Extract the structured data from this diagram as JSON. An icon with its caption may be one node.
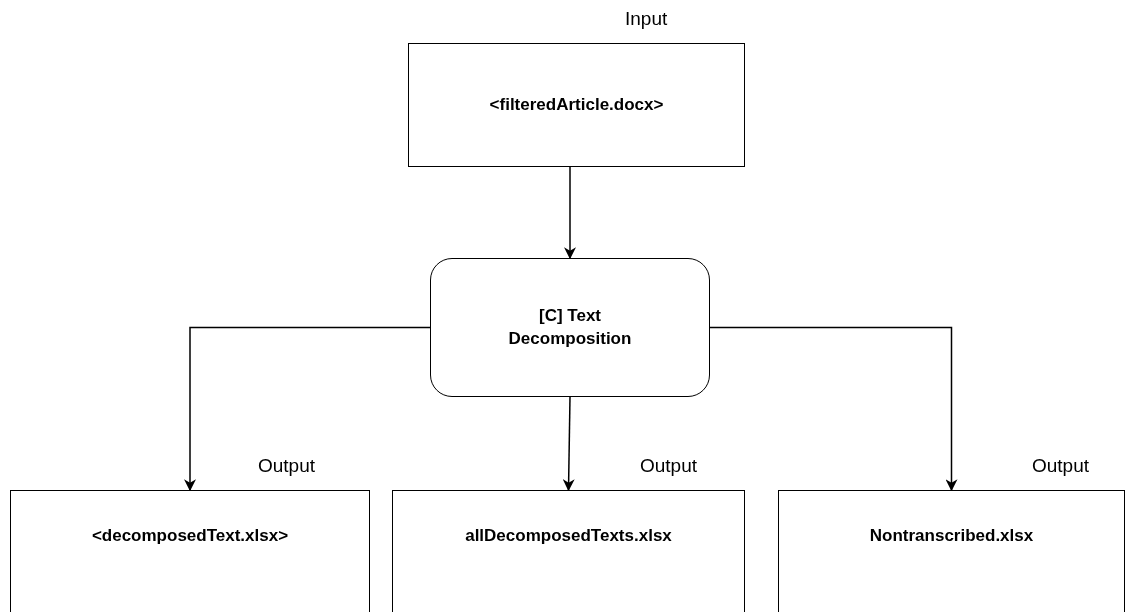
{
  "diagram": {
    "nodes": [
      {
        "text": [
          "<filteredArticle.docx>"
        ],
        "beside": [
          "Input"
        ]
      },
      {
        "text": [
          "[C] Text Decomposition"
        ]
      },
      {
        "text": [
          "<decomposedText.xlsx>"
        ],
        "beside": [
          "Output"
        ]
      },
      {
        "text": [
          "allDecomposedTexts.xlsx"
        ],
        "beside": [
          "Output"
        ]
      },
      {
        "text": [
          "Nontranscribed.xlsx"
        ],
        "beside": [
          "Output"
        ]
      }
    ],
    "edges": [
      {
        "from": 0,
        "to": 1,
        "arrow": "to"
      },
      {
        "from": 1,
        "to": 2,
        "arrow": "to"
      },
      {
        "from": 1,
        "to": 3,
        "arrow": "to"
      },
      {
        "from": 1,
        "to": 4,
        "arrow": "to"
      }
    ]
  }
}
